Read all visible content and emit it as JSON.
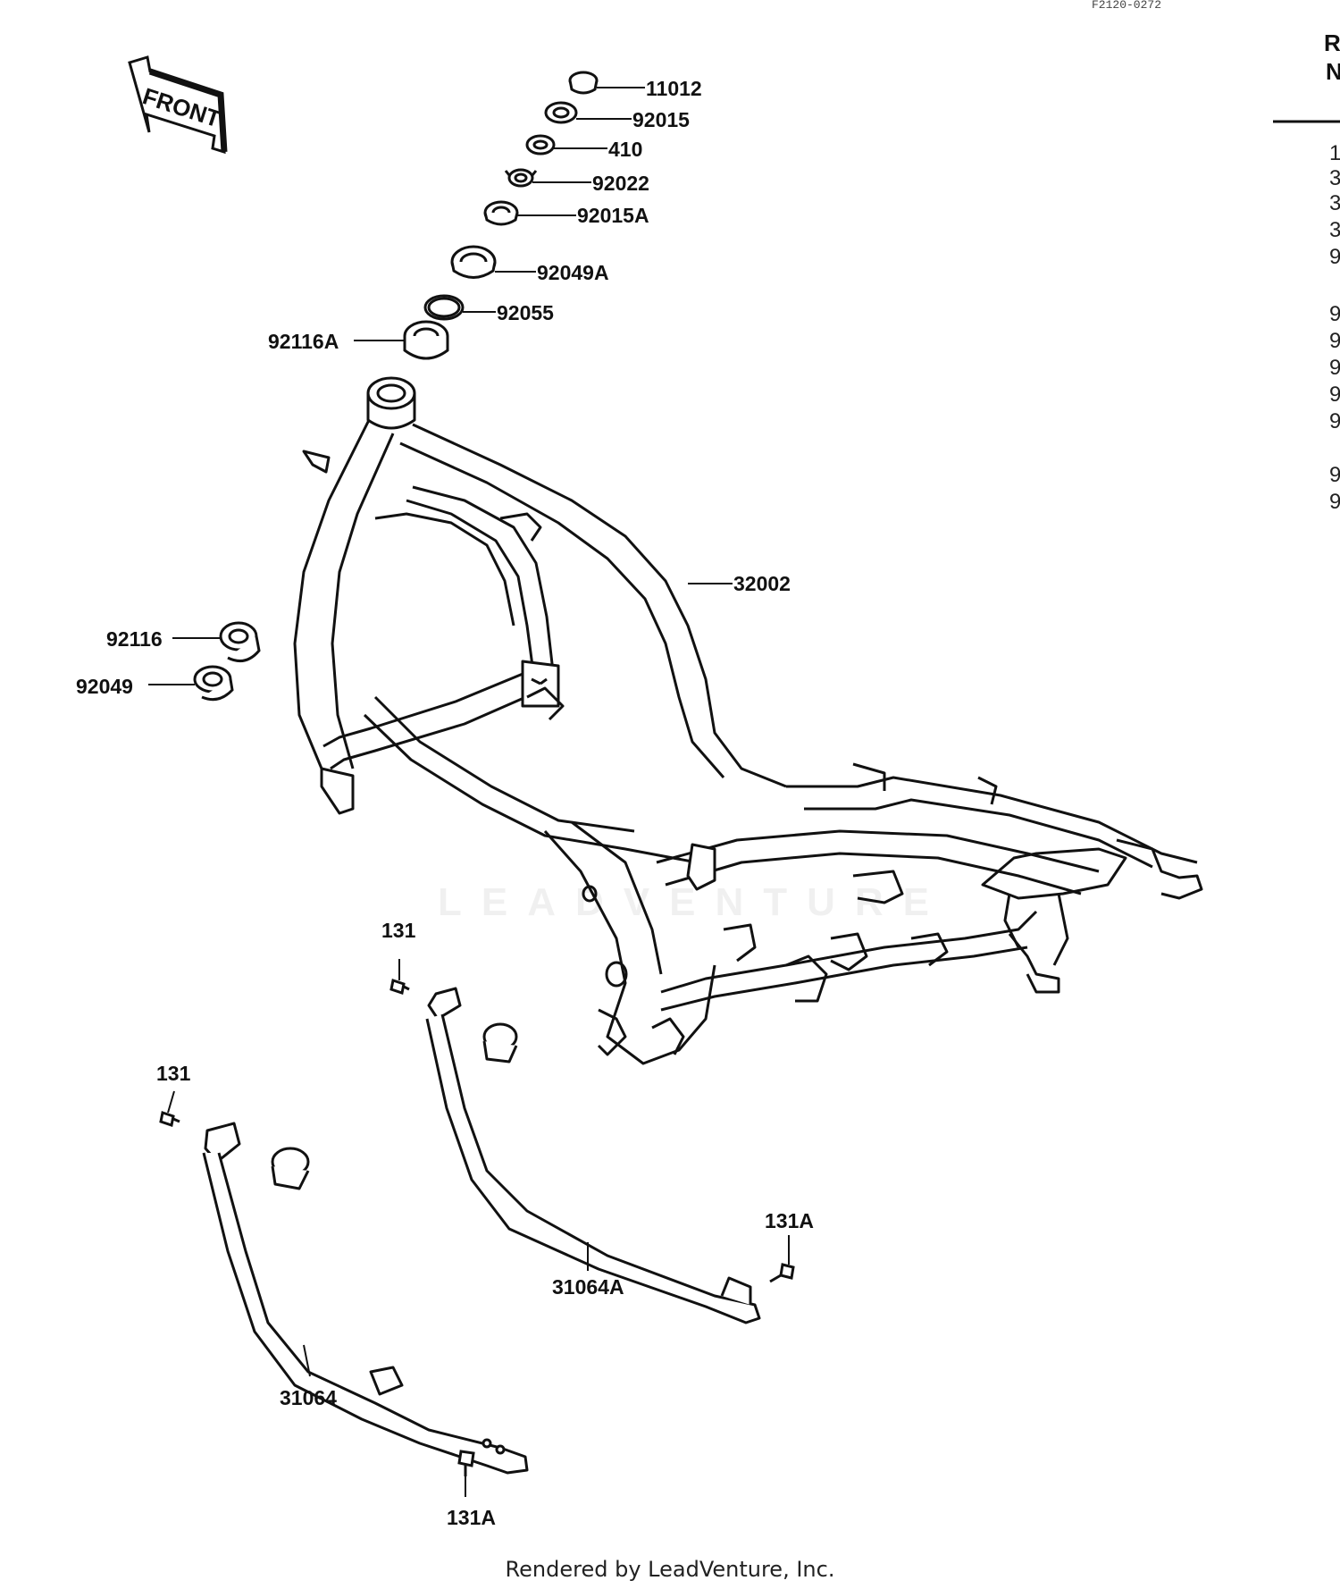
{
  "diagram": {
    "drawing_code": "F2120-0272",
    "front_arrow_label": "FRONT",
    "footer_text": "Rendered by LeadVenture, Inc.",
    "watermark_text": "LEADVENTURE",
    "callouts": {
      "11012": "11012",
      "92015": "92015",
      "410": "410",
      "92022": "92022",
      "92015A": "92015A",
      "92049A": "92049A",
      "92055": "92055",
      "92116A": "92116A",
      "32002": "32002",
      "92116": "92116",
      "92049": "92049",
      "131_a": "131",
      "131_b": "131",
      "131A_a": "131A",
      "131A_b": "131A",
      "31064A": "31064A",
      "31064": "31064"
    }
  },
  "side_table": {
    "header_line1": "R",
    "header_line2": "N",
    "row_snippets": [
      "1",
      "3",
      "3",
      "3",
      "9",
      "9",
      "9",
      "9",
      "9",
      "9",
      "9",
      "9"
    ]
  }
}
